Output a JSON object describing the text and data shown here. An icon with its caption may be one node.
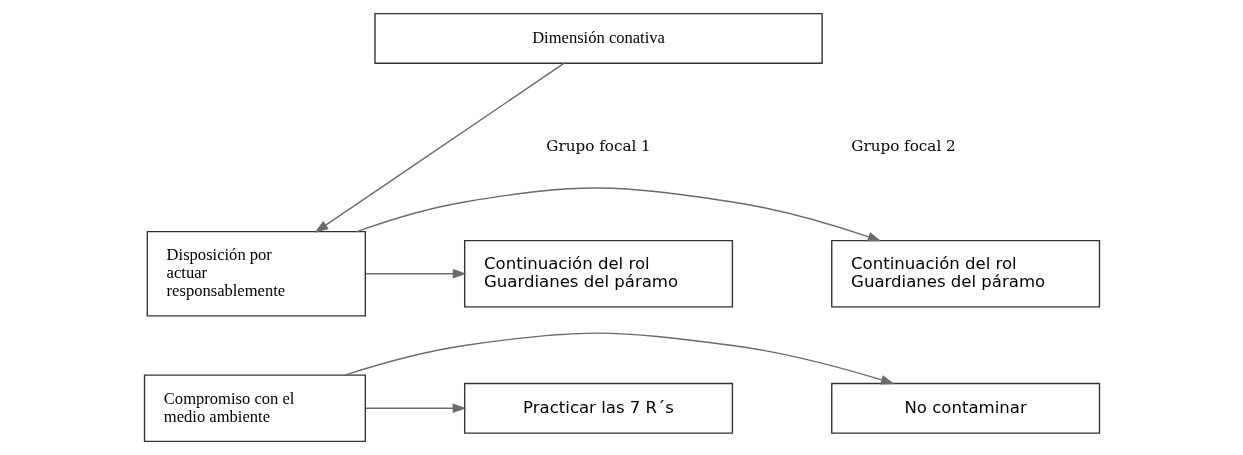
{
  "diagram": {
    "nodes": [
      {
        "text": [
          "Dimensión conativa"
        ]
      },
      {
        "text": [
          "Disposición por actuar responsablemente"
        ]
      },
      {
        "text": [
          "Continuación del rol Guardianes del páramo"
        ]
      },
      {
        "text": [
          "Continuación del rol Guardianes del páramo"
        ]
      },
      {
        "text": [
          "Compromiso con el medio ambiente"
        ]
      },
      {
        "text": [
          "Practicar las 7 R´s"
        ]
      },
      {
        "text": [
          "No contaminar"
        ]
      }
    ],
    "edges": [
      {
        "from": 0,
        "to": 1,
        "arrow": "to"
      },
      {
        "from": 1,
        "to": 2,
        "arrow": "to"
      },
      {
        "from": 1,
        "to": 3,
        "arrow": "to"
      },
      {
        "from": 4,
        "to": 5,
        "arrow": "to"
      },
      {
        "from": 4,
        "to": 6,
        "arrow": "to"
      }
    ],
    "labels": [
      "Grupo focal 1",
      "Grupo focal 2"
    ]
  }
}
